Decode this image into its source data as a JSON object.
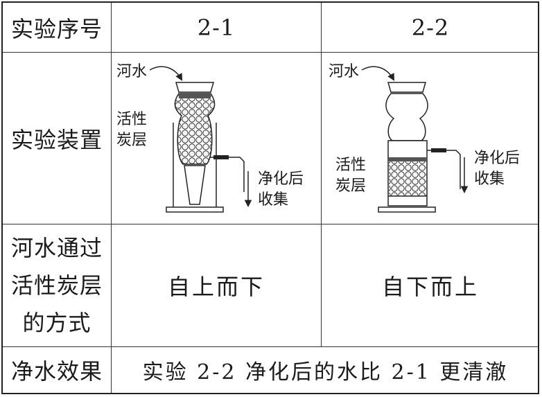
{
  "table": {
    "header": {
      "label": "实验序号",
      "col1": "2-1",
      "col2": "2-2"
    },
    "apparatus_row": {
      "label": "实验装置",
      "setup1": {
        "input_label": "河水",
        "carbon_label_line1": "活性",
        "carbon_label_line2": "炭层",
        "output_label_line1": "净化后",
        "output_label_line2": "收集"
      },
      "setup2": {
        "input_label": "河水",
        "carbon_label_line1": "活性",
        "carbon_label_line2": "炭层",
        "output_label_line1": "净化后",
        "output_label_line2": "收集"
      }
    },
    "flow_row": {
      "label_line1": "河水通过",
      "label_line2": "活性炭层",
      "label_line3": "的方式",
      "value1": "自上而下",
      "value2": "自下而上"
    },
    "result_row": {
      "label": "净水效果",
      "value": "实验 2-2 净化后的水比 2-1 更清澈"
    }
  }
}
